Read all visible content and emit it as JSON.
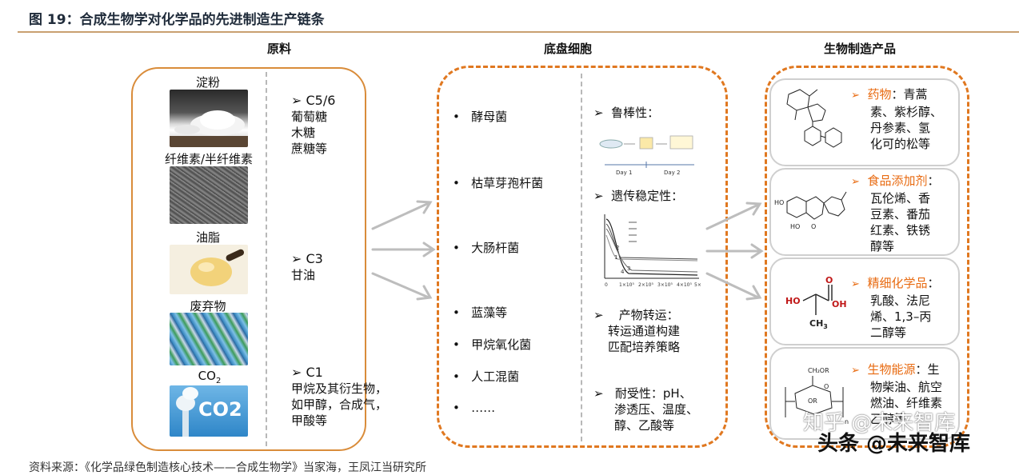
{
  "title": "图 19：合成生物学对化学品的先进制造生产链条",
  "columns": {
    "raw": "原料",
    "chassis": "底盘细胞",
    "products": "生物制造产品"
  },
  "raw_materials": {
    "starch": "淀粉",
    "cellulose": "纤维素/半纤维素",
    "oil": "油脂",
    "waste": "废弃物",
    "co2_label": "CO",
    "co2_sub": "2",
    "co2_sign": "CO2"
  },
  "carbon_groups": [
    {
      "head": "C5/6",
      "lines": [
        "葡萄糖",
        "木糖",
        "蔗糖等"
      ]
    },
    {
      "head": "C3",
      "lines": [
        "甘油"
      ]
    },
    {
      "head": "C1",
      "lines": [
        "甲烷及其衍生物，",
        "如甲醇，合成气，",
        "甲酸等"
      ]
    }
  ],
  "organisms": [
    "酵母菌",
    "枯草芽孢杆菌",
    "大肠杆菌",
    "蓝藻等",
    "甲烷氧化菌",
    "人工混菌",
    "……"
  ],
  "bullet_char": "•",
  "arrow_char": "➢",
  "traits": [
    {
      "lines": [
        "鲁棒性："
      ]
    },
    {
      "lines": [
        "遗传稳定性："
      ]
    },
    {
      "lines": [
        "产物转运：",
        "转运通道构建",
        "匹配培养策略"
      ]
    },
    {
      "lines": [
        "耐受性：pH、",
        "渗透压、温度、",
        "醇、乙酸等"
      ]
    }
  ],
  "robust_fig": {
    "day1": "Day 1",
    "day2": "Day 2"
  },
  "stability_fig": {
    "x_ticks": [
      "0",
      "1×10⁵",
      "2×10⁵",
      "3×10⁵",
      "4×10⁵",
      "5×"
    ],
    "curve_labels": [
      "1",
      "2",
      "3",
      "4"
    ]
  },
  "products": [
    {
      "cat": "药物",
      "lines": [
        "：青蒿",
        "素、紫杉醇、",
        "丹参素、氢",
        "化可的松等"
      ]
    },
    {
      "cat": "食品添加剂",
      "lines": [
        "：",
        "瓦伦烯、香",
        "豆素、番茄",
        "红素、铁锈",
        "醇等"
      ]
    },
    {
      "cat": "精细化学品",
      "lines": [
        "：",
        "乳酸、法尼",
        "烯、1,3–丙",
        "二醇等"
      ]
    },
    {
      "cat": "生物能源",
      "lines": [
        "：生",
        "物柴油、航空",
        "燃油、纤维素",
        "乙醇等"
      ]
    }
  ],
  "chem": {
    "lactic": {
      "ho": "HO",
      "oh": "OH",
      "o": "O",
      "ch3": "CH",
      "ch3_sub": "3"
    },
    "cellulose": {
      "ch2or": "CH₂OR",
      "or": "OR",
      "o": "O",
      "n": "n"
    },
    "flavone": {
      "ho1": "HO",
      "ho2": "HO",
      "o": "O"
    }
  },
  "colors": {
    "accent": "#e07820",
    "rule": "#c9a070",
    "arrow": "#bdbdbd"
  },
  "source": "资料来源：《化学品绿色制造核心技术——合成生物学》当家海，王凤江当研究所",
  "watermark": {
    "zhihu": "知乎 @未来智库",
    "toutiao": "头条 @未来智库"
  }
}
